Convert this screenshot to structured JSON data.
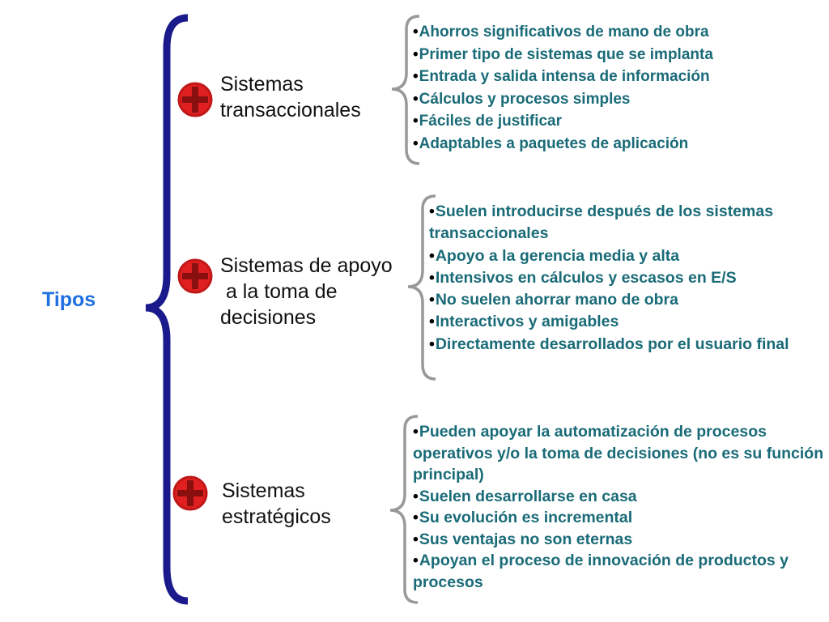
{
  "root_label": "Tipos",
  "colors": {
    "main_brace": "#1a1a8c",
    "small_brace": "#999999",
    "item_text": "#1a6b78",
    "root_text": "#1f6fe0",
    "icon": "#e02020"
  },
  "categories": [
    {
      "title": "Sistemas\ntransaccionales",
      "icon": "red-cross-circle-icon",
      "items": [
        "Ahorros significativos de mano de obra",
        "Primer tipo de sistemas que se implanta",
        "Entrada y salida intensa de información",
        "Cálculos y procesos simples",
        "Fáciles de justificar",
        "Adaptables a paquetes de aplicación"
      ]
    },
    {
      "title": "Sistemas de apoyo\n a la toma de\ndecisiones",
      "icon": "red-cross-circle-icon",
      "items": [
        "Suelen introducirse después de los sistemas transaccionales",
        "Apoyo a la gerencia media y alta",
        "Intensivos en cálculos y escasos en E/S",
        "No suelen ahorrar mano de obra",
        "Interactivos y amigables",
        "Directamente desarrollados por el usuario final"
      ]
    },
    {
      "title": "Sistemas\nestratégicos",
      "icon": "red-cross-circle-icon",
      "items": [
        "Pueden apoyar la automatización de procesos operativos y/o la toma de decisiones (no es su función principal)",
        "Suelen desarrollarse en casa",
        "Su evolución es incremental",
        "Sus ventajas no son eternas",
        "Apoyan el proceso de innovación de productos y procesos"
      ]
    }
  ]
}
